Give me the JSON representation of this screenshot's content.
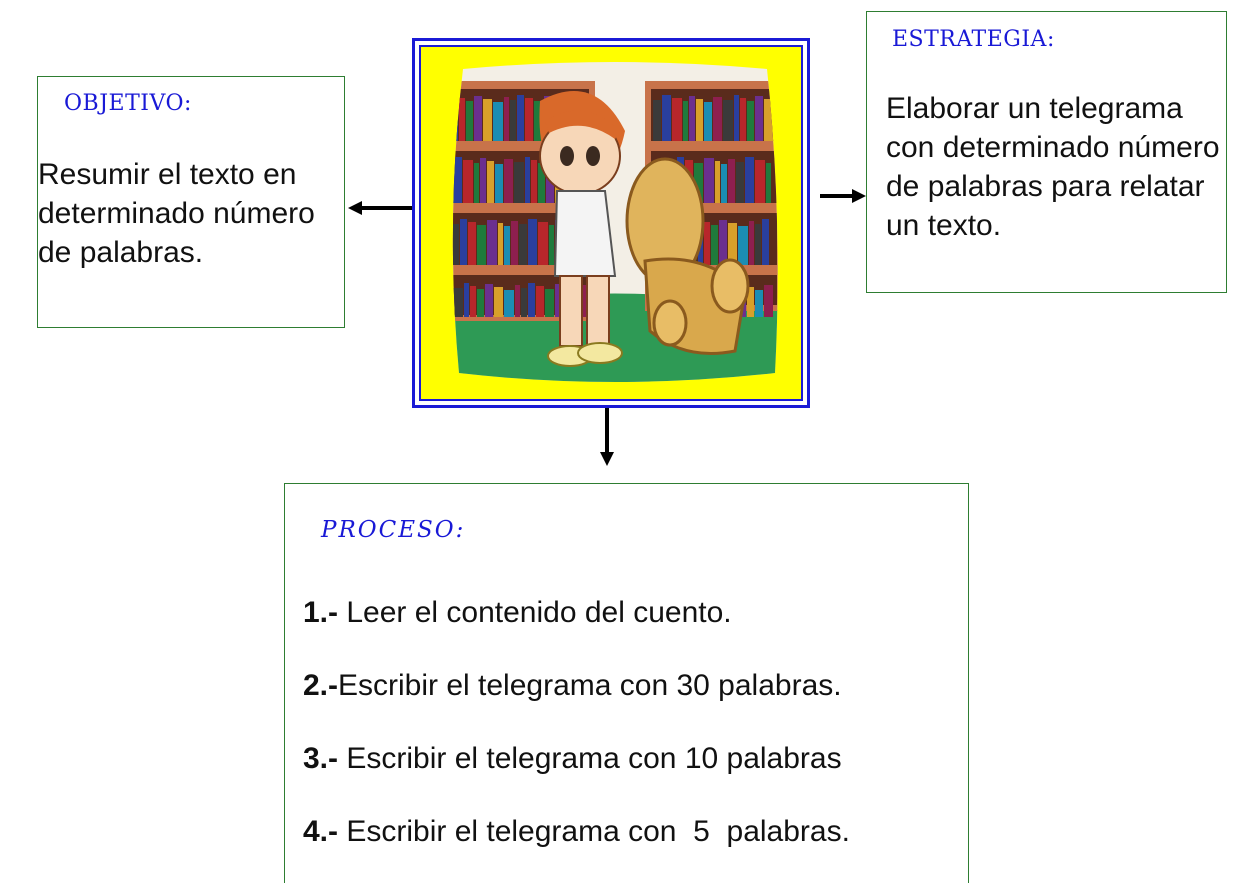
{
  "objetivo": {
    "heading": "OBJETIVO:",
    "text": "Resumir el texto en determinado número de palabras."
  },
  "estrategia": {
    "heading": "ESTRATEGIA:",
    "text": "Elaborar un telegrama con determinado número de palabras para relatar un texto."
  },
  "proceso": {
    "heading": "PROCESO:",
    "steps": [
      {
        "num": "1.-",
        "text": " Leer el contenido del cuento."
      },
      {
        "num": "2.-",
        "text": "Escribir el telegrama con 30 palabras."
      },
      {
        "num": "3.-",
        "text": " Escribir el telegrama con 10 palabras"
      },
      {
        "num": "4.-",
        "text": " Escribir el telegrama con  5  palabras."
      }
    ]
  },
  "colors": {
    "heading": "#1919d6",
    "box_border": "#2e7d32",
    "frame_border": "#1b1bd6",
    "frame_fill": "#ffff00"
  },
  "picture": {
    "icon": "child-reading-in-library-illustration"
  }
}
